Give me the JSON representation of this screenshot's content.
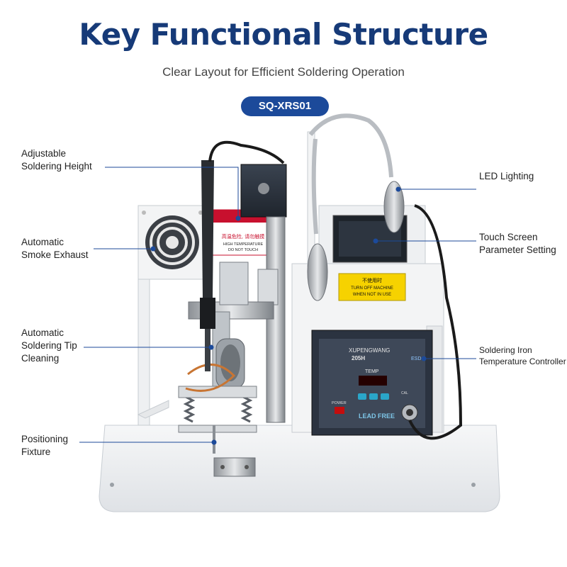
{
  "header": {
    "title": "Key Functional Structure",
    "subtitle": "Clear Layout for Efficient Soldering Operation",
    "model": "SQ-XRS01"
  },
  "callouts": {
    "left": [
      {
        "line1": "Adjustable",
        "line2": "Soldering Height"
      },
      {
        "line1": "Automatic",
        "line2": "Smoke Exhaust"
      },
      {
        "line1": "Automatic",
        "line2": "Soldering Tip",
        "line3": "Cleaning"
      },
      {
        "line1": "Positioning",
        "line2": "Fixture"
      }
    ],
    "right": [
      {
        "line1": "LED Lighting"
      },
      {
        "line1": "Touch Screen",
        "line2": "Parameter Setting"
      },
      {
        "line1": "Soldering Iron",
        "line2": "Temperature Controller"
      }
    ]
  },
  "machine": {
    "warning_sticker": {
      "cn": "高温危险, 请勿触摸",
      "en1": "HIGH TEMPERATURE",
      "en2": "DO NOT TOUCH"
    },
    "yellow_sticker": {
      "cn": "不使用时",
      "en1": "TURN OFF MACHINE",
      "en2": "WHEN NOT IN USE"
    },
    "controller": {
      "brand": "XUPENGWANG",
      "model": "205H",
      "temp_label": "TEMP",
      "power_label": "POWER",
      "cal_label": "CAL",
      "lead_free": "LEAD FREE",
      "esd": "ESD"
    }
  },
  "colors": {
    "title": "#163a78",
    "badge": "#1c4a9a",
    "callout_line": "#1c4a9a"
  }
}
